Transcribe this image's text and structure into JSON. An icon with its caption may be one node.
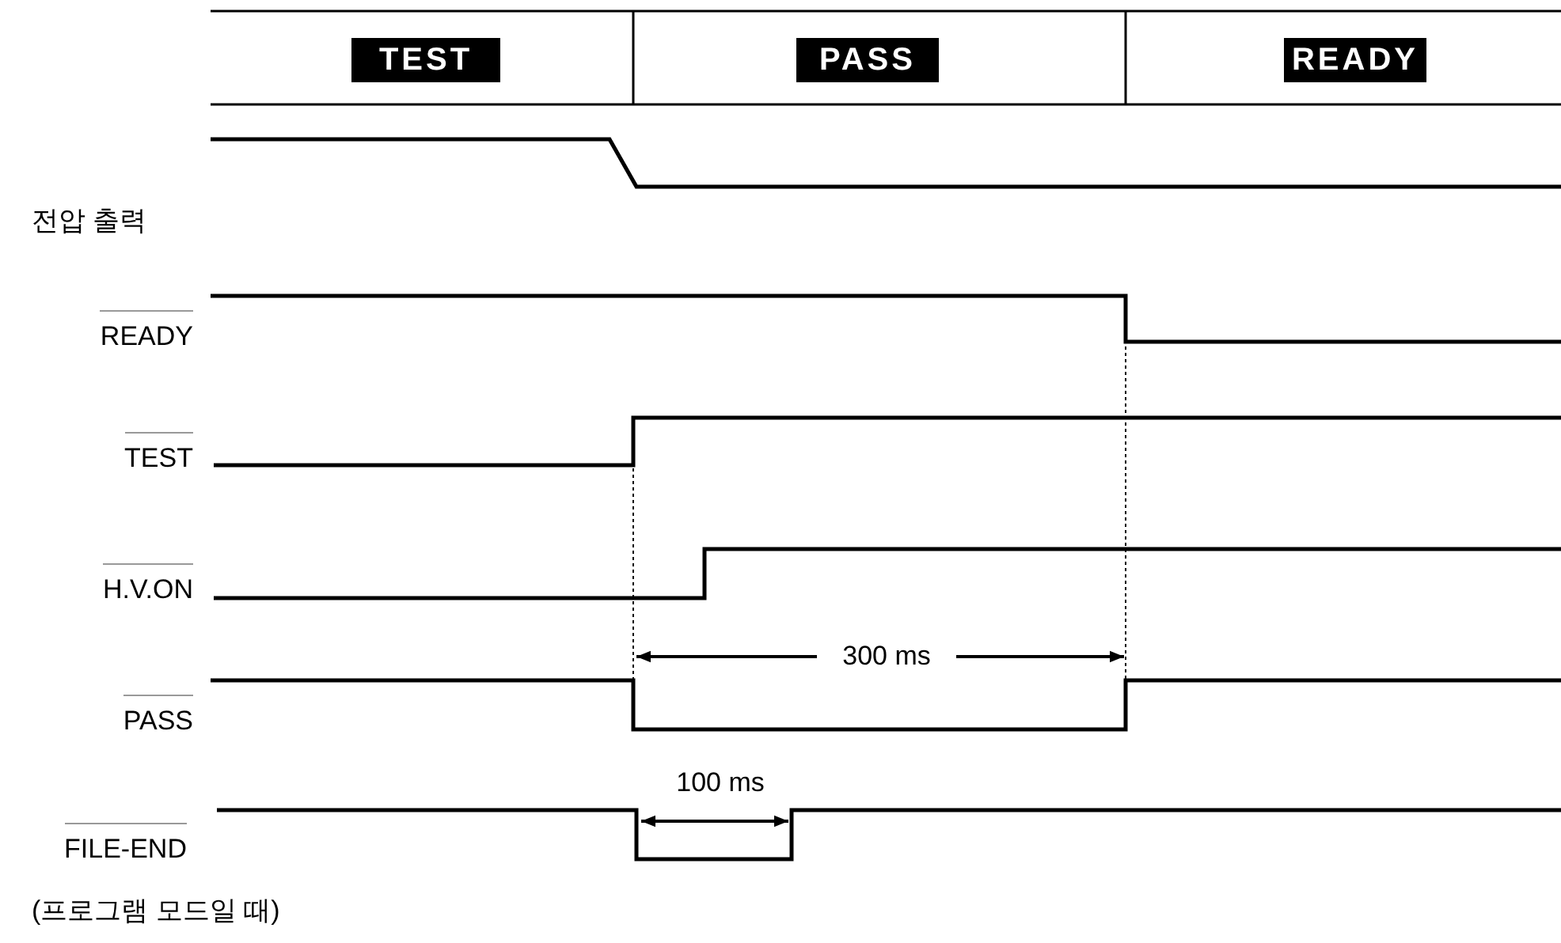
{
  "diagram": {
    "nodes": [
      {
        "text": [
          "TEST"
        ]
      },
      {
        "text": [
          "PASS"
        ]
      },
      {
        "text": [
          "READY"
        ]
      }
    ],
    "labels": [
      "전압 출력",
      "READY",
      "TEST",
      "H.V.ON",
      "300 ms",
      "PASS",
      "100 ms",
      "FILE-END",
      "(프로그램 모드일 때)"
    ]
  }
}
